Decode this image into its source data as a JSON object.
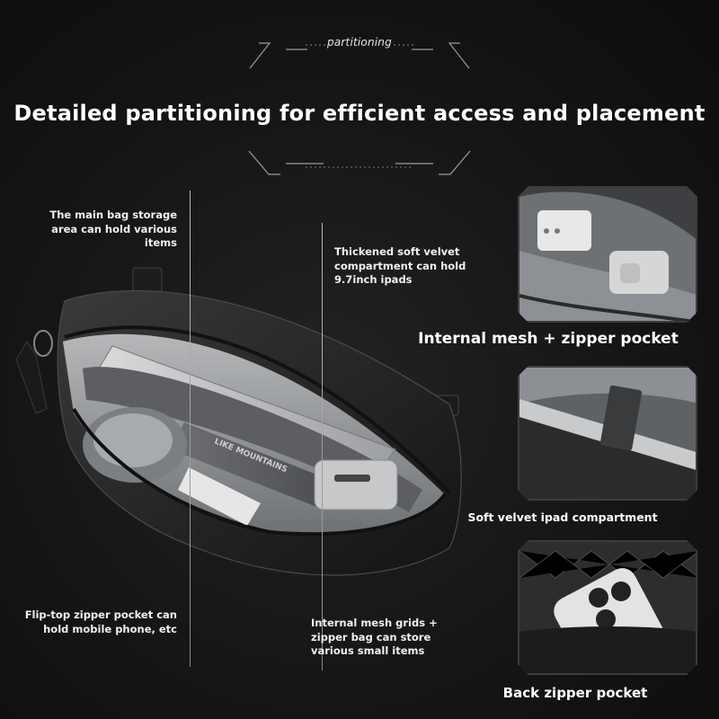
{
  "header": {
    "tag": "partitioning",
    "headline": "Detailed partitioning for efficient access and placement"
  },
  "annotations": {
    "main_storage": [
      "The main bag storage",
      "area can hold various",
      "items"
    ],
    "velvet_compartment": [
      "Thickened soft velvet",
      "compartment can hold",
      "9.7inch ipads"
    ],
    "flip_top": [
      "Flip-top zipper pocket can",
      "hold mobile phone, etc"
    ],
    "mesh_grids": [
      "Internal mesh grids +",
      "zipper bag can store",
      "various small items"
    ]
  },
  "panels": [
    {
      "caption": "Internal mesh + zipper pocket",
      "icon": "power-bank-photo"
    },
    {
      "caption": "Soft velvet ipad compartment",
      "icon": "ipad-compartment-photo"
    },
    {
      "caption": "Back zipper pocket",
      "icon": "smartphone-photo"
    }
  ],
  "product": {
    "strap_print": "LIKE MOUNTAINS"
  },
  "colors": {
    "background": "#151515",
    "text": "#ffffff",
    "bag_body": "#2a2a2a",
    "lining": "#8d8f91"
  }
}
